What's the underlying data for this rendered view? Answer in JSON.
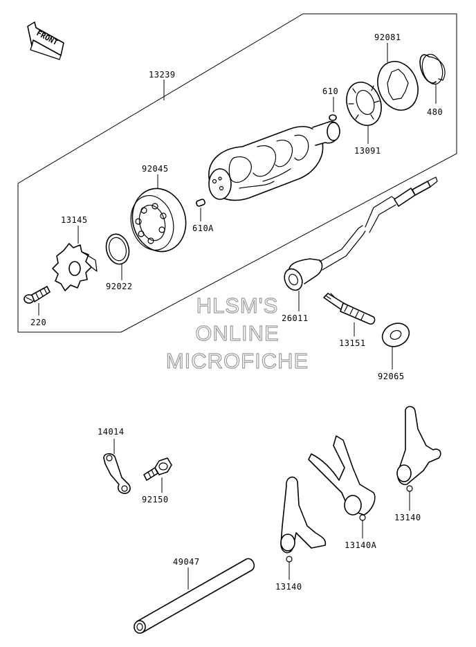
{
  "front_indicator": {
    "label": "FRONT"
  },
  "watermark": {
    "lines": [
      "HLSM'S",
      "ONLINE",
      "MICROFICHE"
    ]
  },
  "part_labels": {
    "p13239": "13239",
    "p92081": "92081",
    "p610": "610",
    "p480": "480",
    "p13091": "13091",
    "p92045": "92045",
    "p610A": "610A",
    "p13145": "13145",
    "p92022": "92022",
    "p220": "220",
    "p26011": "26011",
    "p13151": "13151",
    "p92065": "92065",
    "p14014": "14014",
    "p92150": "92150",
    "p49047": "49047",
    "p13140_left": "13140",
    "p13140A": "13140A",
    "p13140_right": "13140"
  }
}
